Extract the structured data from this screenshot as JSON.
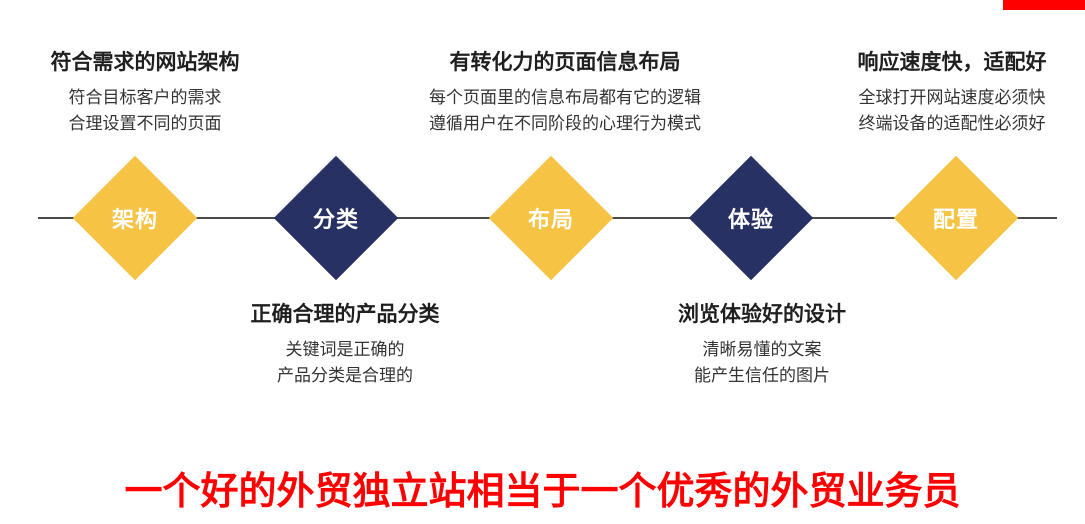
{
  "colors": {
    "diamond_yellow": "#F6C344",
    "diamond_navy": "#283163",
    "slogan_red": "#FF0000",
    "axis_line": "#4A4A4A"
  },
  "stages": [
    {
      "id": "architecture",
      "label": "架构",
      "note_position": "top",
      "title": "符合需求的网站架构",
      "lines": [
        "符合目标客户的需求",
        "合理设置不同的页面"
      ]
    },
    {
      "id": "category",
      "label": "分类",
      "note_position": "bottom",
      "title": "正确合理的产品分类",
      "lines": [
        "关键词是正确的",
        "产品分类是合理的"
      ]
    },
    {
      "id": "layout",
      "label": "布局",
      "note_position": "top",
      "title": "有转化力的页面信息布局",
      "lines": [
        "每个页面里的信息布局都有它的逻辑",
        "遵循用户在不同阶段的心理行为模式"
      ]
    },
    {
      "id": "experience",
      "label": "体验",
      "note_position": "bottom",
      "title": "浏览体验好的设计",
      "lines": [
        "清晰易懂的文案",
        "能产生信任的图片"
      ]
    },
    {
      "id": "configuration",
      "label": "配置",
      "note_position": "top",
      "title": "响应速度快，适配好",
      "lines": [
        "全球打开网站速度必须快",
        "终端设备的适配性必须好"
      ]
    }
  ],
  "footer": {
    "text": "一个好的外贸独立站相当于一个优秀的外贸业务员"
  }
}
